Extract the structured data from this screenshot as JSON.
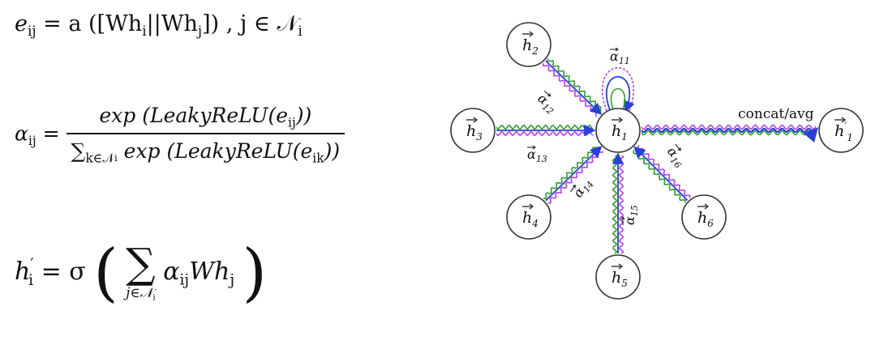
{
  "equations": {
    "e_ij": {
      "lhs": "e",
      "lhs_sub": "ij",
      "rhs": "= a ([Wh",
      "rhs_sub_i": "i",
      "mid": "||Wh",
      "rhs_sub_j": "j",
      "tail": "]) , j ∈ 𝒩",
      "tail_sub": "i"
    },
    "alpha_ij": {
      "lhs": "α",
      "lhs_sub": "ij",
      "eq": "=",
      "numerator": "exp (LeakyReLU(e",
      "numerator_sub": "ij",
      "numerator_close": "))",
      "denominator_sum": "∑",
      "denominator_sum_sub": "k∈𝒩",
      "denominator_sum_sub2": "i",
      "denominator": " exp (LeakyReLU(e",
      "denominator_sub": "ik",
      "denominator_close": "))"
    },
    "h_prime": {
      "lhs": "h",
      "lhs_sup": "′",
      "lhs_sub": "i",
      "eq": "= σ",
      "sum": "∑",
      "sum_lim": "j∈𝒩",
      "sum_lim_sub": "i",
      "body": "α",
      "body_sub": "ij",
      "body_tail": "Wh",
      "body_tail_sub": "j"
    }
  },
  "diagram": {
    "nodes": [
      {
        "id": "h1",
        "base": "h",
        "sub": "1",
        "prime": false
      },
      {
        "id": "h2",
        "base": "h",
        "sub": "2",
        "prime": false
      },
      {
        "id": "h3",
        "base": "h",
        "sub": "3",
        "prime": false
      },
      {
        "id": "h4",
        "base": "h",
        "sub": "4",
        "prime": false
      },
      {
        "id": "h5",
        "base": "h",
        "sub": "5",
        "prime": false
      },
      {
        "id": "h6",
        "base": "h",
        "sub": "6",
        "prime": false
      },
      {
        "id": "h1p",
        "base": "h",
        "sub": "1",
        "prime": true
      }
    ],
    "edge_labels": [
      {
        "id": "a11",
        "base": "α",
        "sub": "11"
      },
      {
        "id": "a12",
        "base": "α",
        "sub": "12"
      },
      {
        "id": "a13",
        "base": "α",
        "sub": "13"
      },
      {
        "id": "a14",
        "base": "α",
        "sub": "14"
      },
      {
        "id": "a15",
        "base": "α",
        "sub": "15"
      },
      {
        "id": "a16",
        "base": "α",
        "sub": "16"
      }
    ],
    "output_label": "concat/avg",
    "colors": {
      "head1": "#2b3fd9",
      "head2": "#2f9e2f",
      "head3": "#b543e6",
      "node_stroke": "#333333"
    }
  }
}
